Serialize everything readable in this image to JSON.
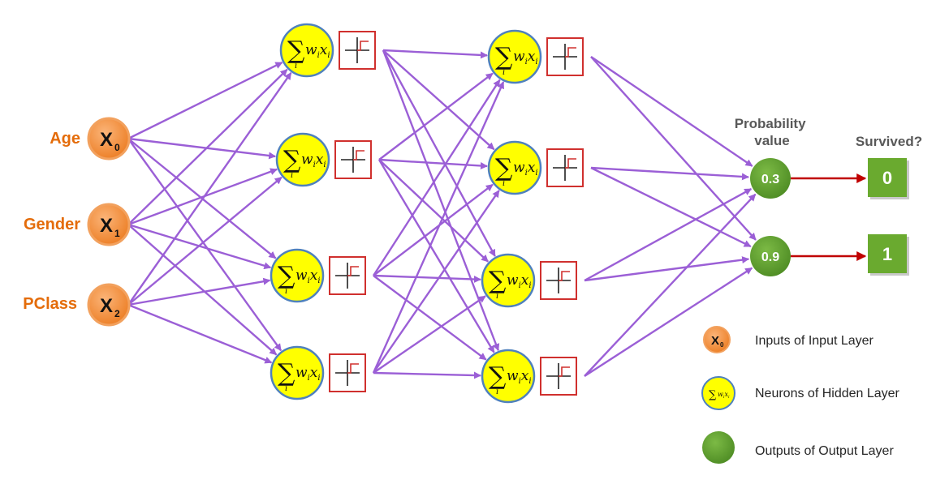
{
  "inputs": [
    {
      "label": "Age",
      "symbol": "X",
      "sub": "0"
    },
    {
      "label": "Gender",
      "symbol": "X",
      "sub": "1"
    },
    {
      "label": "PClass",
      "symbol": "X",
      "sub": "2"
    }
  ],
  "neuron_formula": {
    "sigma": "∑",
    "index": "i",
    "term_w": "w",
    "term_x": "x",
    "sub": "i"
  },
  "hidden_layers": [
    4,
    4
  ],
  "probability_header": "Probability\nvalue",
  "survived_header": "Survived?",
  "outputs": [
    {
      "probability": "0.3",
      "survived": "0"
    },
    {
      "probability": "0.9",
      "survived": "1"
    }
  ],
  "legend": [
    {
      "text": "Inputs of Input Layer",
      "icon": "input-node-icon",
      "symbol": "X",
      "sub": "0"
    },
    {
      "text": "Neurons of Hidden Layer",
      "icon": "neuron-icon"
    },
    {
      "text": "Outputs of Output Layer",
      "icon": "output-node-icon"
    }
  ],
  "colors": {
    "input_fill": "#f79646",
    "neuron_fill": "#ffff00",
    "neuron_stroke": "#4f81bd",
    "output_fill": "#5e9e2e",
    "box_fill": "#6aaa2f",
    "edge": "#9b5fd6",
    "output_arrow": "#c00000",
    "activation_border": "#d0302e"
  }
}
